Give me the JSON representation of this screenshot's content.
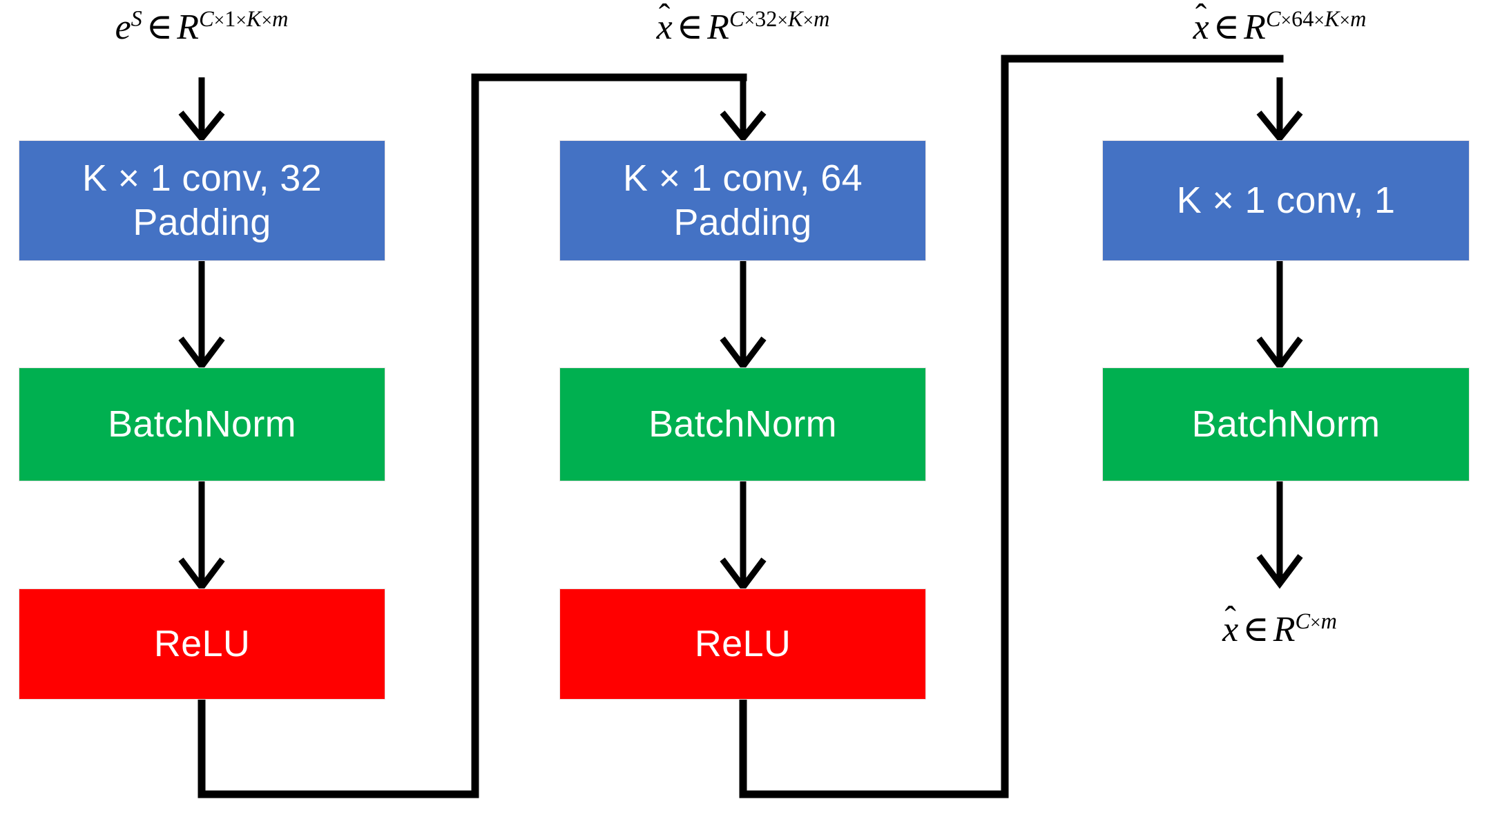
{
  "diagram": {
    "title": "CNN block pipeline diagram",
    "background": "#ffffff",
    "colors": {
      "conv": "#4472C4",
      "batchnorm": "#00B050",
      "relu": "#FF0000",
      "arrow": "#000000",
      "box_text": "#FFFFFF",
      "label_text": "#000000"
    }
  },
  "labels": {
    "input_stage1": {
      "symbol": "e",
      "symbol_sup": "S",
      "relation": "∈",
      "space": "R",
      "exponent": "C×1×K×m",
      "plain": "e^S ∈ R^{C×1×K×m}"
    },
    "input_stage2": {
      "symbol": "x",
      "accent": "hat",
      "relation": "∈",
      "space": "R",
      "exponent": "C×32×K×m",
      "plain": "x̂ ∈ R^{C×32×K×m}"
    },
    "input_stage3": {
      "symbol": "x",
      "accent": "hat",
      "relation": "∈",
      "space": "R",
      "exponent": "C×64×K×m",
      "plain": "x̂ ∈ R^{C×64×K×m}"
    },
    "output": {
      "symbol": "x",
      "accent": "hat",
      "relation": "∈",
      "space": "R",
      "exponent": "C×m",
      "plain": "x̂ ∈ R^{C×m}"
    }
  },
  "columns": [
    {
      "id": "stage-1",
      "blocks": [
        {
          "id": "conv-1",
          "type": "conv",
          "line1": "K × 1 conv, 32",
          "line2": "Padding",
          "color": "#4472C4"
        },
        {
          "id": "bn-1",
          "type": "batchnorm",
          "line1": "BatchNorm",
          "line2": "",
          "color": "#00B050"
        },
        {
          "id": "relu-1",
          "type": "relu",
          "line1": "ReLU",
          "line2": "",
          "color": "#FF0000"
        }
      ]
    },
    {
      "id": "stage-2",
      "blocks": [
        {
          "id": "conv-2",
          "type": "conv",
          "line1": "K × 1 conv, 64",
          "line2": "Padding",
          "color": "#4472C4"
        },
        {
          "id": "bn-2",
          "type": "batchnorm",
          "line1": "BatchNorm",
          "line2": "",
          "color": "#00B050"
        },
        {
          "id": "relu-2",
          "type": "relu",
          "line1": "ReLU",
          "line2": "",
          "color": "#FF0000"
        }
      ]
    },
    {
      "id": "stage-3",
      "blocks": [
        {
          "id": "conv-3",
          "type": "conv",
          "line1": "K × 1 conv, 1",
          "line2": "",
          "color": "#4472C4"
        },
        {
          "id": "bn-3",
          "type": "batchnorm",
          "line1": "BatchNorm",
          "line2": "",
          "color": "#00B050"
        }
      ]
    }
  ],
  "connectors": [
    {
      "id": "relu1-to-conv2",
      "from": "relu-1",
      "to": "conv-2",
      "kind": "routed"
    },
    {
      "id": "relu2-to-conv3",
      "from": "relu-2",
      "to": "conv-3",
      "kind": "routed"
    }
  ]
}
